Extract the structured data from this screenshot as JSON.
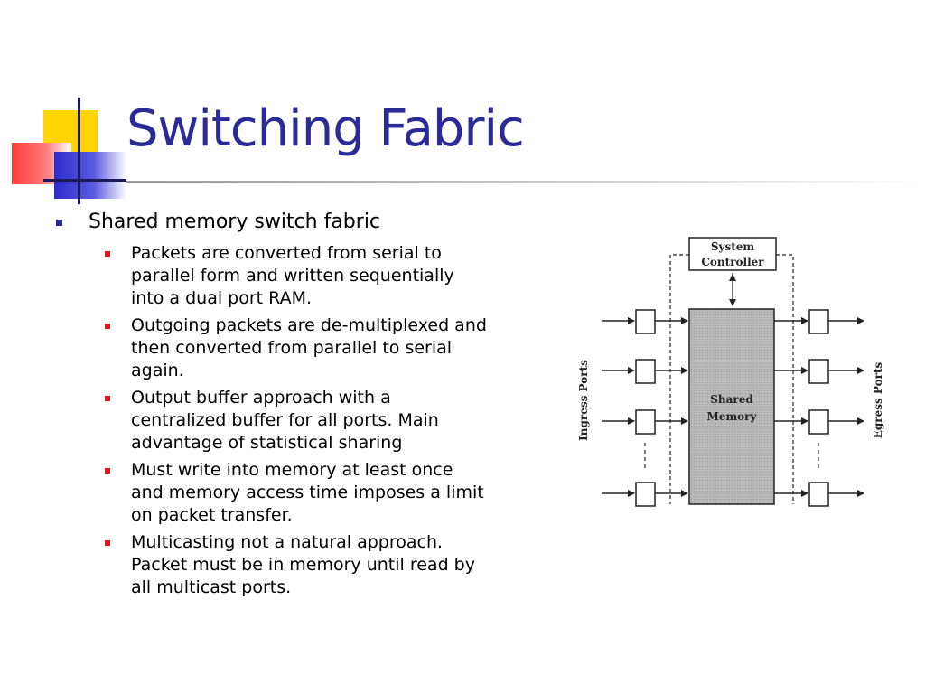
{
  "slide": {
    "title": "Switching Fabric",
    "accent_color": "#2b2b98",
    "bullet_color_level2": "#dd1a1a"
  },
  "content": {
    "main_bullet": "Shared memory switch fabric",
    "sub_bullets": [
      "Packets are converted from serial to parallel form and written sequentially into a dual port RAM.",
      "Outgoing packets are de-multiplexed and then converted from parallel to serial again.",
      "Output buffer approach with a centralized buffer for all ports. Main advantage of statistical sharing",
      "Must write into memory at least once and memory access time imposes a limit on packet transfer.",
      "Multicasting not a natural approach. Packet must be in memory until read by all multicast ports."
    ]
  },
  "diagram": {
    "controller_line1": "System",
    "controller_line2": "Controller",
    "memory_line1": "Shared",
    "memory_line2": "Memory",
    "ingress_label": "Ingress Ports",
    "egress_label": "Egress Ports"
  }
}
